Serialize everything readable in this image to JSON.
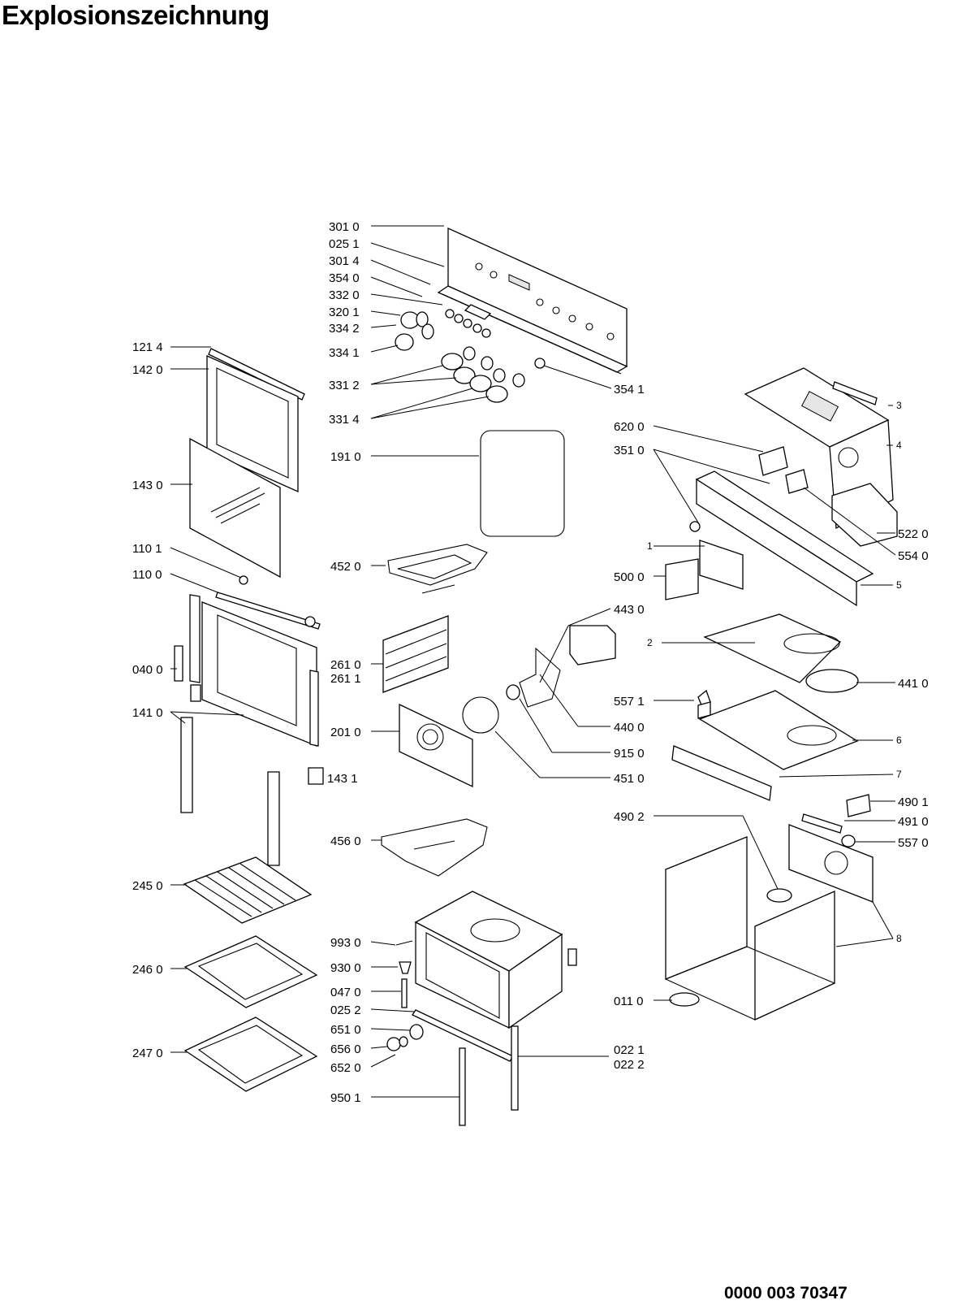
{
  "title": "Explosionszeichnung",
  "document_number": "0000 003 70347",
  "labels": [
    {
      "id": "p3010",
      "text": "301 0"
    },
    {
      "id": "p0251",
      "text": "025 1"
    },
    {
      "id": "p3014",
      "text": "301 4"
    },
    {
      "id": "p3540",
      "text": "354 0"
    },
    {
      "id": "p3320",
      "text": "332 0"
    },
    {
      "id": "p3201",
      "text": "320 1"
    },
    {
      "id": "p3342",
      "text": "334 2"
    },
    {
      "id": "p3341",
      "text": "334 1"
    },
    {
      "id": "p3312",
      "text": "331 2"
    },
    {
      "id": "p3314",
      "text": "331 4"
    },
    {
      "id": "p3541",
      "text": "354 1"
    },
    {
      "id": "p1214",
      "text": "121 4"
    },
    {
      "id": "p1420",
      "text": "142 0"
    },
    {
      "id": "p1430",
      "text": "143 0"
    },
    {
      "id": "p1101",
      "text": "110 1"
    },
    {
      "id": "p1100",
      "text": "110 0"
    },
    {
      "id": "p0400",
      "text": "040 0"
    },
    {
      "id": "p1410",
      "text": "141 0"
    },
    {
      "id": "p1431",
      "text": "143 1"
    },
    {
      "id": "p2450",
      "text": "245 0"
    },
    {
      "id": "p2460",
      "text": "246 0"
    },
    {
      "id": "p2470",
      "text": "247 0"
    },
    {
      "id": "p1910",
      "text": "191 0"
    },
    {
      "id": "p4520",
      "text": "452 0"
    },
    {
      "id": "p2610",
      "text": "261 0"
    },
    {
      "id": "p2611",
      "text": "261 1"
    },
    {
      "id": "p2010",
      "text": "201 0"
    },
    {
      "id": "p4560",
      "text": "456 0"
    },
    {
      "id": "p9930",
      "text": "993 0"
    },
    {
      "id": "p9300",
      "text": "930 0"
    },
    {
      "id": "p0470",
      "text": "047 0"
    },
    {
      "id": "p0252",
      "text": "025 2"
    },
    {
      "id": "p6510",
      "text": "651 0"
    },
    {
      "id": "p6560",
      "text": "656 0"
    },
    {
      "id": "p6520",
      "text": "652 0"
    },
    {
      "id": "p9501",
      "text": "950 1"
    },
    {
      "id": "p6200",
      "text": "620 0"
    },
    {
      "id": "p3510",
      "text": "351 0"
    },
    {
      "id": "p5000",
      "text": "500 0"
    },
    {
      "id": "p4430",
      "text": "443 0"
    },
    {
      "id": "p5571",
      "text": "557 1"
    },
    {
      "id": "p4400",
      "text": "440 0"
    },
    {
      "id": "p9150",
      "text": "915 0"
    },
    {
      "id": "p4510",
      "text": "451 0"
    },
    {
      "id": "p4902",
      "text": "490 2"
    },
    {
      "id": "p0110",
      "text": "011 0"
    },
    {
      "id": "p0221",
      "text": "022 1"
    },
    {
      "id": "p0222",
      "text": "022 2"
    },
    {
      "id": "p5220",
      "text": "522 0"
    },
    {
      "id": "p5540",
      "text": "554 0"
    },
    {
      "id": "p4410",
      "text": "441 0"
    },
    {
      "id": "p4901",
      "text": "490 1"
    },
    {
      "id": "p4910",
      "text": "491 0"
    },
    {
      "id": "p5570",
      "text": "557 0"
    },
    {
      "id": "r1",
      "text": "1"
    },
    {
      "id": "r2",
      "text": "2"
    },
    {
      "id": "r3",
      "text": "3"
    },
    {
      "id": "r4",
      "text": "4"
    },
    {
      "id": "r5",
      "text": "5"
    },
    {
      "id": "r6",
      "text": "6"
    },
    {
      "id": "r7",
      "text": "7"
    },
    {
      "id": "r8",
      "text": "8"
    }
  ]
}
